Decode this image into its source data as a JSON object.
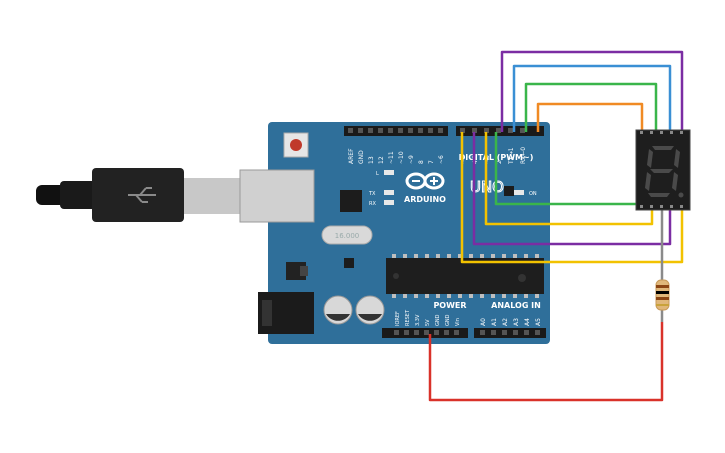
{
  "board": {
    "brand": "ARDUINO",
    "model": "UNO",
    "crystal_label": "16.000",
    "on_label": "ON",
    "l_label": "L",
    "tx_label": "TX",
    "rx_label": "RX",
    "digital_header_label": "DIGITAL (PWM~)",
    "power_header_label": "POWER",
    "analog_header_label": "ANALOG IN",
    "digital_pins": [
      "AREF",
      "GND",
      "13",
      "12",
      "~11",
      "~10",
      "~9",
      "8",
      "7",
      "~6",
      "~5",
      "4",
      "~3",
      "2",
      "TX→1",
      "RX←0"
    ],
    "power_pins": [
      "IOREF",
      "RESET",
      "3.3V",
      "5V",
      "GND",
      "GND",
      "Vin"
    ],
    "analog_pins": [
      "A0",
      "A1",
      "A2",
      "A3",
      "A4",
      "A5"
    ]
  },
  "display": {
    "digit": "8"
  },
  "colors": {
    "board": "#2f6f9a",
    "wire_purple": "#7b2da3",
    "wire_blue": "#3a8fd4",
    "wire_green": "#3ab54a",
    "wire_orange": "#f08a24",
    "wire_yellow": "#f2c200",
    "wire_red": "#d9322a"
  }
}
